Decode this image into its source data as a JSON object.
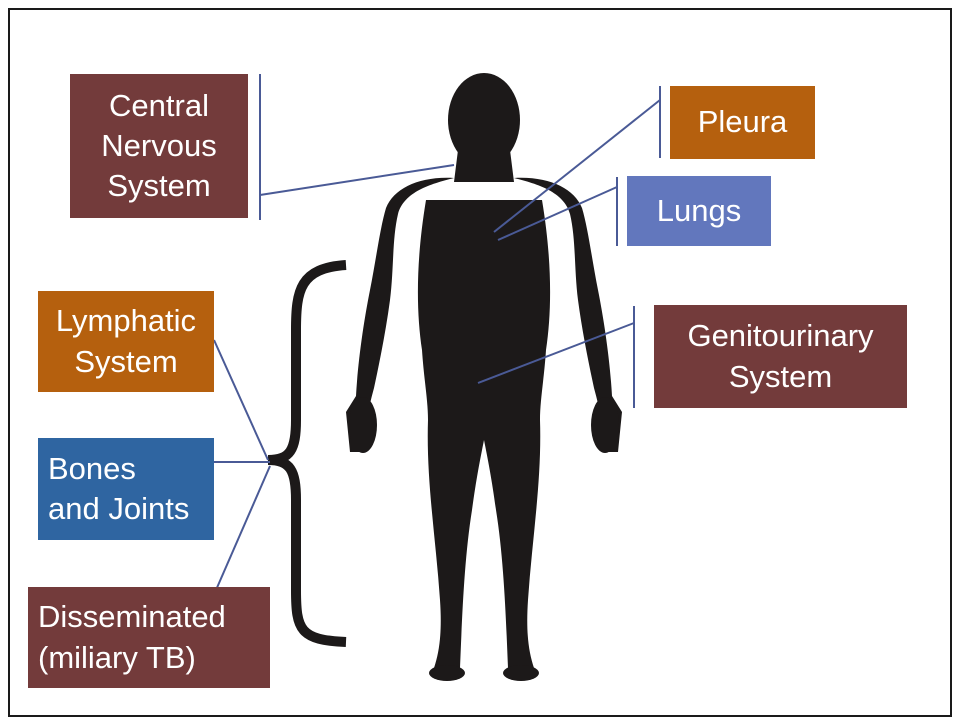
{
  "labels": {
    "cns": "Central\nNervous\nSystem",
    "pleura": "Pleura",
    "lungs": "Lungs",
    "genito": "Genitourinary\nSystem",
    "lymph": "Lymphatic\nSystem",
    "bones": "Bones\nand Joints",
    "dissem": "Disseminated\n(miliary TB)"
  },
  "colors": {
    "maroon": "#733b3b",
    "orange": "#b5600e",
    "periwinkle": "#6277bd",
    "blue": "#2f65a1",
    "line": "#4a5a96",
    "silhouette": "#1c1919"
  }
}
